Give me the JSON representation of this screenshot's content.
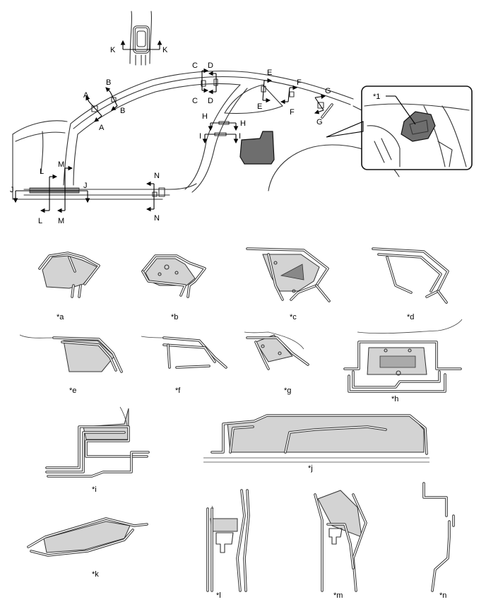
{
  "section_letters": [
    "A",
    "B",
    "C",
    "D",
    "E",
    "F",
    "G",
    "H",
    "I",
    "J",
    "K",
    "L",
    "M",
    "N"
  ],
  "callout_label": "*1",
  "captions": {
    "a": "*a",
    "b": "*b",
    "c": "*c",
    "d": "*d",
    "e": "*e",
    "f": "*f",
    "g": "*g",
    "h": "*h",
    "i": "*i",
    "j": "*j",
    "k": "*k",
    "l": "*l",
    "m": "*m",
    "n": "*n"
  }
}
